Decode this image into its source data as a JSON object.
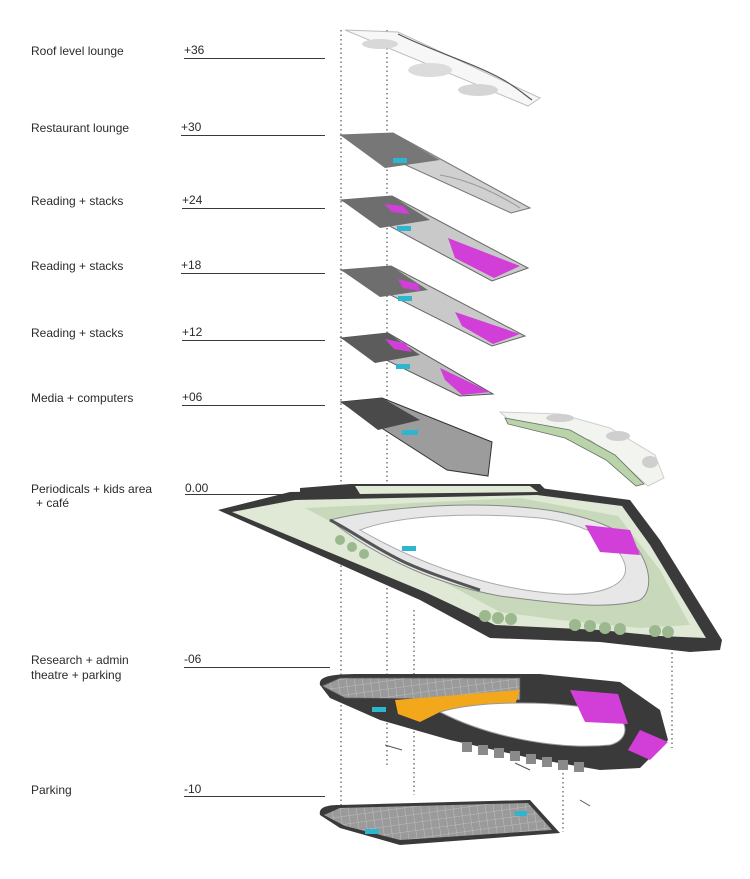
{
  "levels": [
    {
      "id": "roof",
      "name": "Roof level lounge",
      "elevation": "+36"
    },
    {
      "id": "restaurant",
      "name": "Restaurant lounge",
      "elevation": "+30"
    },
    {
      "id": "reading24",
      "name": "Reading + stacks",
      "elevation": "+24"
    },
    {
      "id": "reading18",
      "name": "Reading + stacks",
      "elevation": "+18"
    },
    {
      "id": "reading12",
      "name": "Reading + stacks",
      "elevation": "+12"
    },
    {
      "id": "media",
      "name": "Media + computers",
      "elevation": "+06"
    },
    {
      "id": "ground",
      "name_line1": "Periodicals + kids area",
      "name_line2": "+ café",
      "elevation": "0.00"
    },
    {
      "id": "research",
      "name_line1": "Research + admin",
      "name_line2": "theatre + parking",
      "elevation": "-06"
    },
    {
      "id": "parking",
      "name": "Parking",
      "elevation": "-10"
    }
  ],
  "colors": {
    "slab_dark": "#3c3c3c",
    "slab_mid": "#7a7a7a",
    "slab_light": "#d9d9d9",
    "green": "#d9e8cf",
    "green_dark": "#a9c39a",
    "magenta": "#d23fd8",
    "cyan": "#2fb6cf",
    "orange": "#f2a81a",
    "white": "#f5f5f5"
  }
}
